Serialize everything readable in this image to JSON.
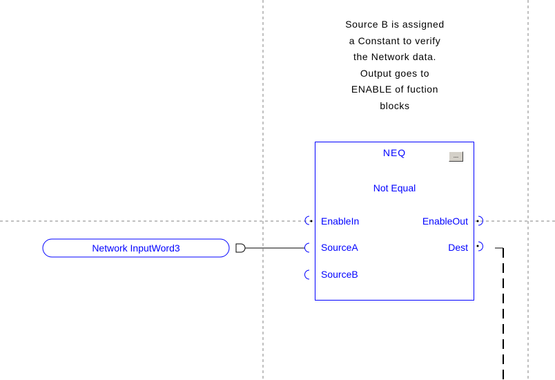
{
  "comment": {
    "lines": [
      "Source B is assigned",
      "a Constant to verify",
      "the Network data.",
      "Output goes to",
      "ENABLE of fuction",
      "blocks"
    ]
  },
  "block": {
    "type": "NEQ",
    "description": "Not Equal",
    "dots_button": "...",
    "pins": {
      "enable_in": "EnableIn",
      "enable_out": "EnableOut",
      "source_a": "SourceA",
      "source_b": "SourceB",
      "dest": "Dest"
    }
  },
  "input_tag": {
    "name": "Network InputWord3"
  },
  "colors": {
    "instruction": "#0000ff",
    "wire": "#000000",
    "grid": "#808080",
    "background": "#ffffff"
  }
}
